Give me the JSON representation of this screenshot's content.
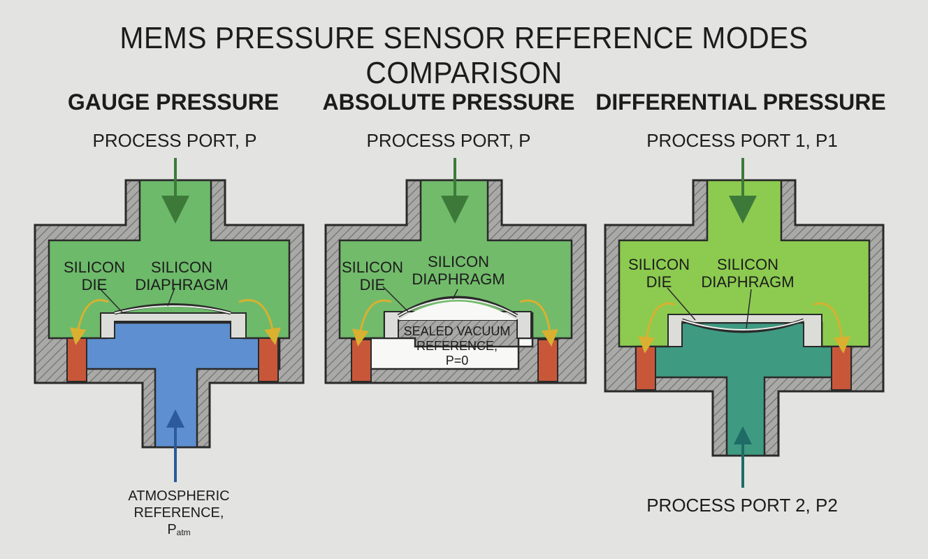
{
  "title": "MEMS PRESSURE SENSOR REFERENCE MODES COMPARISON",
  "panels": [
    {
      "heading": "GAUGE PRESSURE",
      "top_port": "PROCESS PORT, P",
      "die_label": [
        "SILICON",
        "DIE"
      ],
      "diaphragm_label": [
        "SILICON",
        "DIAPHRAGM"
      ],
      "bottom_label": [
        "ATMOSPHERIC",
        "REFERENCE,"
      ],
      "bottom_symbol": "P",
      "bottom_symbol_sub": "atm",
      "process_color": "#6dba6a",
      "reference_color": "#5e8fd0"
    },
    {
      "heading": "ABSOLUTE PRESSURE",
      "top_port": "PROCESS PORT, P",
      "die_label": [
        "SILICON",
        "DIE"
      ],
      "diaphragm_label": [
        "SILICON",
        "DIAPHRAGM"
      ],
      "reference_label": [
        "SEALED VACUUM",
        "REFERENCE,",
        "P=0"
      ],
      "process_color": "#72bb6b",
      "reference_color": "#f8f8f6"
    },
    {
      "heading": "DIFFERENTIAL PRESSURE",
      "top_port": "PROCESS PORT 1, P1",
      "bottom_port": "PROCESS PORT 2, P2",
      "die_label": [
        "SILICON",
        "DIE"
      ],
      "diaphragm_label": [
        "SILICON",
        "DIAPHRAGM"
      ],
      "process_color": "#8ccb50",
      "reference_color": "#3f9a82"
    }
  ],
  "colors": {
    "housing": "#8e8e8e",
    "die": "#dcdcd8",
    "seal": "#c8573a",
    "die_arrow": "#d9b030",
    "process_arrow": "#3d7a3a",
    "reference_arrow": "#2c5a9a",
    "p2_arrow": "#1f6b66"
  }
}
